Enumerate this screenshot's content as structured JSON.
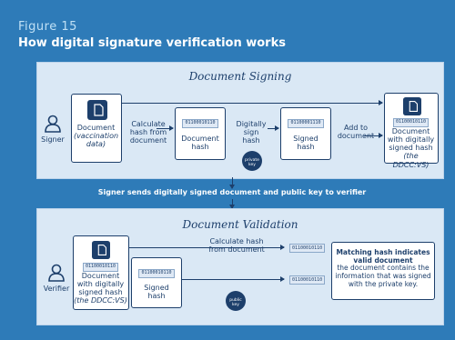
{
  "figure": {
    "label": "Figure 15",
    "title": "How digital signature verification works"
  },
  "signing": {
    "title": "Document Signing",
    "actor": "Signer",
    "document_box": {
      "title": "Document",
      "subtitle": "(vaccination data)"
    },
    "step1": {
      "line1": "Calculate",
      "line2": "hash from",
      "line3": "document"
    },
    "hash_box": {
      "chip": "01100010110",
      "label1": "Document",
      "label2": "hash"
    },
    "step2": {
      "line1": "Digitally",
      "line2": "sign",
      "line3": "hash"
    },
    "private_key": {
      "line1": "private",
      "line2": "key"
    },
    "signed_box": {
      "chip": "01100001110",
      "label1": "Signed",
      "label2": "hash"
    },
    "step3": {
      "line1": "Add to",
      "line2": "document"
    },
    "result_box": {
      "chip": "01100010110",
      "line1": "Document",
      "line2": "with digitally",
      "line3": "signed hash",
      "line4": "(the DDCC:VS)"
    }
  },
  "transfer": {
    "text": "Signer sends digitally signed document and public key to verifier"
  },
  "validation": {
    "title": "Document Validation",
    "actor": "Verifier",
    "doc_box": {
      "chip": "01100010110",
      "line1": "Document",
      "line2": "with digitally",
      "line3": "signed hash",
      "line4": "(the DDCC:VS)"
    },
    "signed_box": {
      "chip": "01100010110",
      "label1": "Signed",
      "label2": "hash"
    },
    "calc": {
      "line1": "Calculate hash",
      "line2": "from document"
    },
    "chip_top": "01100010110",
    "chip_bottom": "01100010110",
    "public_key": {
      "line1": "public",
      "line2": "key"
    },
    "result": {
      "line1": "Matching hash indicates",
      "line2": "valid document",
      "line3": "the document contains the",
      "line4": "information that was signed",
      "line5": "with the private key."
    }
  }
}
